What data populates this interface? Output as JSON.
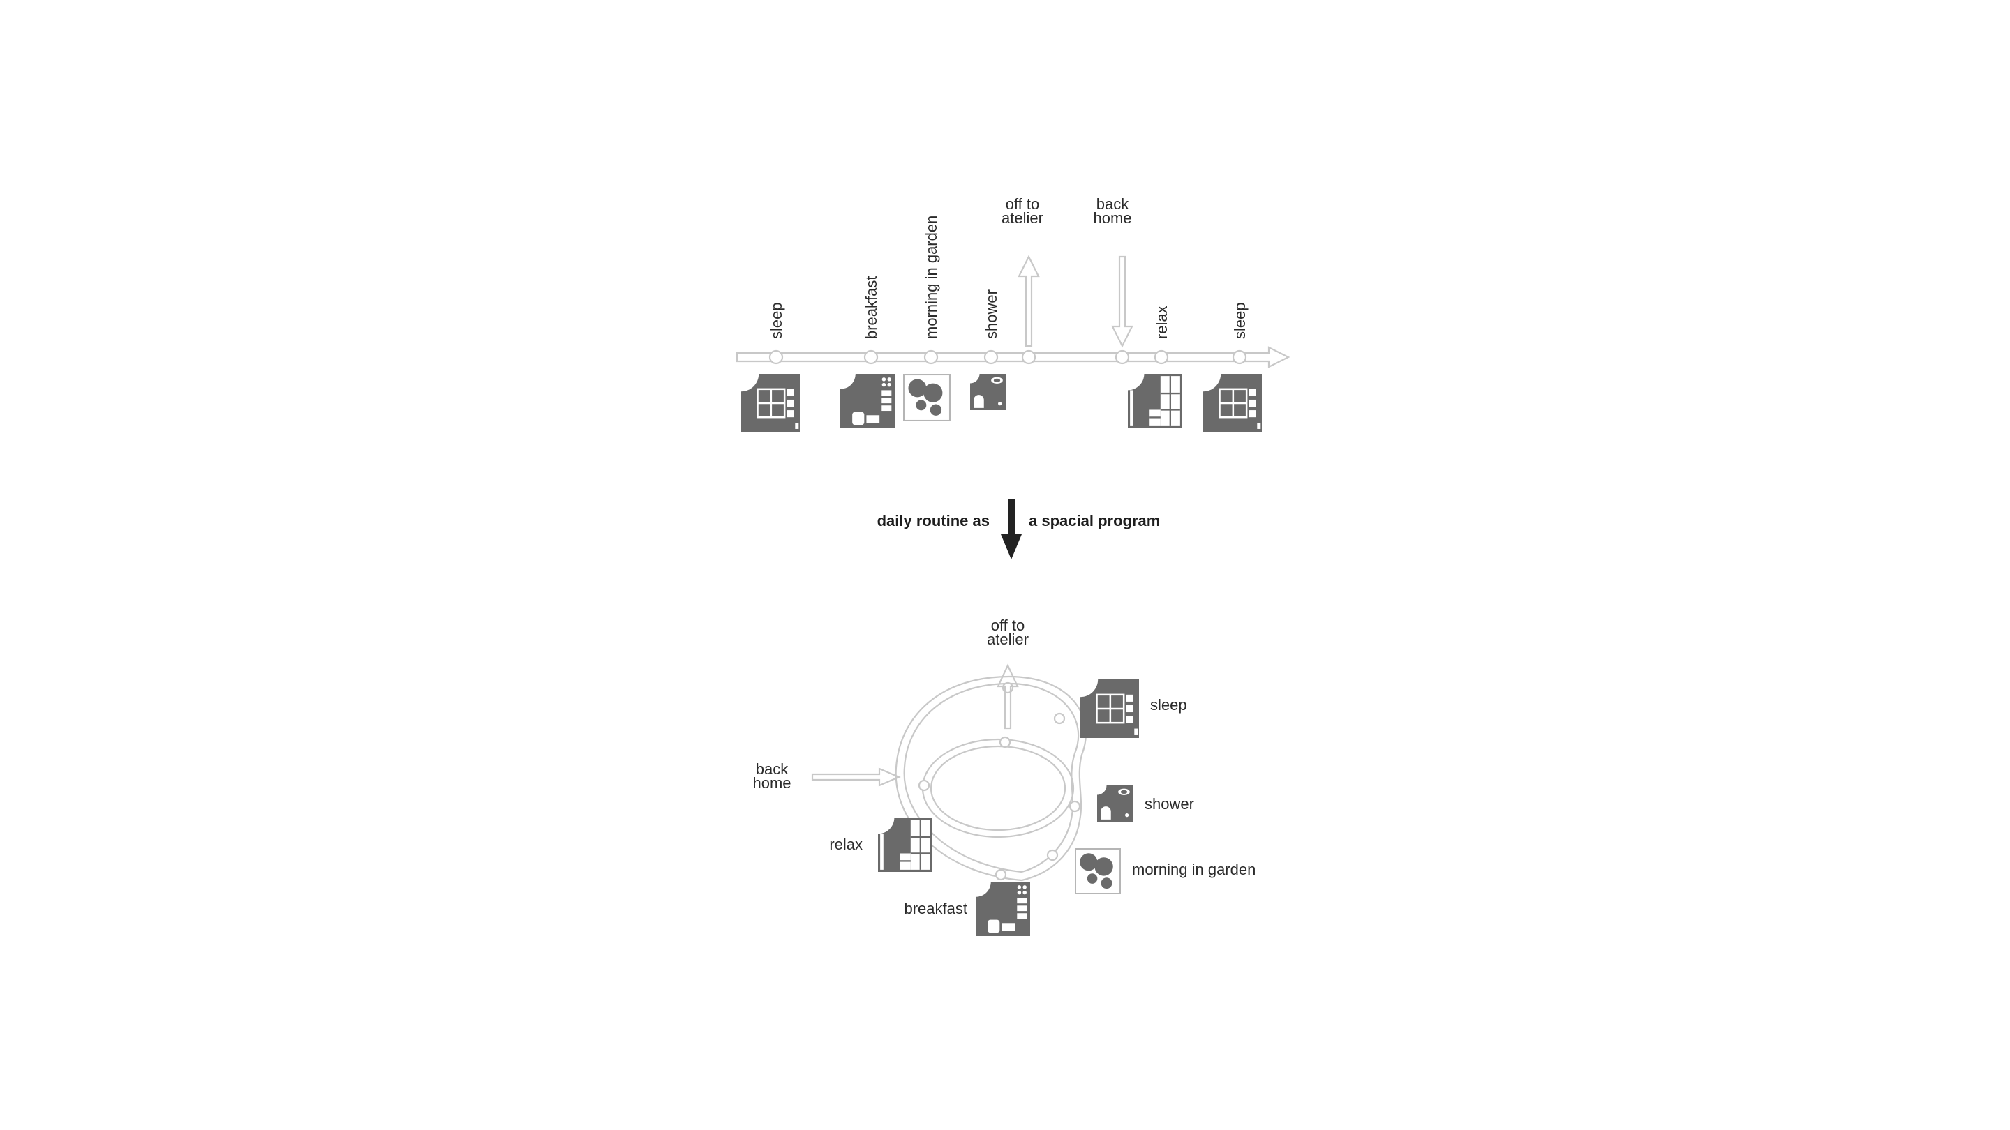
{
  "timeline": {
    "labels": {
      "sleep_start": "sleep",
      "breakfast": "breakfast",
      "garden": "morning in garden",
      "shower": "shower",
      "off_line1": "off to",
      "off_line2": "atelier",
      "back_line1": "back",
      "back_line2": "home",
      "relax": "relax",
      "sleep_end": "sleep"
    },
    "icons": [
      "bedroom-icon",
      "kitchen-icon",
      "garden-icon",
      "bathroom-icon",
      "living-room-icon",
      "bedroom-icon"
    ]
  },
  "transition": {
    "left_text": "daily routine as",
    "right_text": "a spacial program"
  },
  "loop": {
    "labels": {
      "off_line1": "off to",
      "off_line2": "atelier",
      "back_line1": "back",
      "back_line2": "home",
      "sleep": "sleep",
      "shower": "shower",
      "garden": "morning in garden",
      "relax": "relax",
      "breakfast": "breakfast"
    }
  },
  "colors": {
    "icon_fill": "#6a6a6a",
    "track_stroke": "#c8c8c8",
    "main_arrow": "#222222"
  }
}
